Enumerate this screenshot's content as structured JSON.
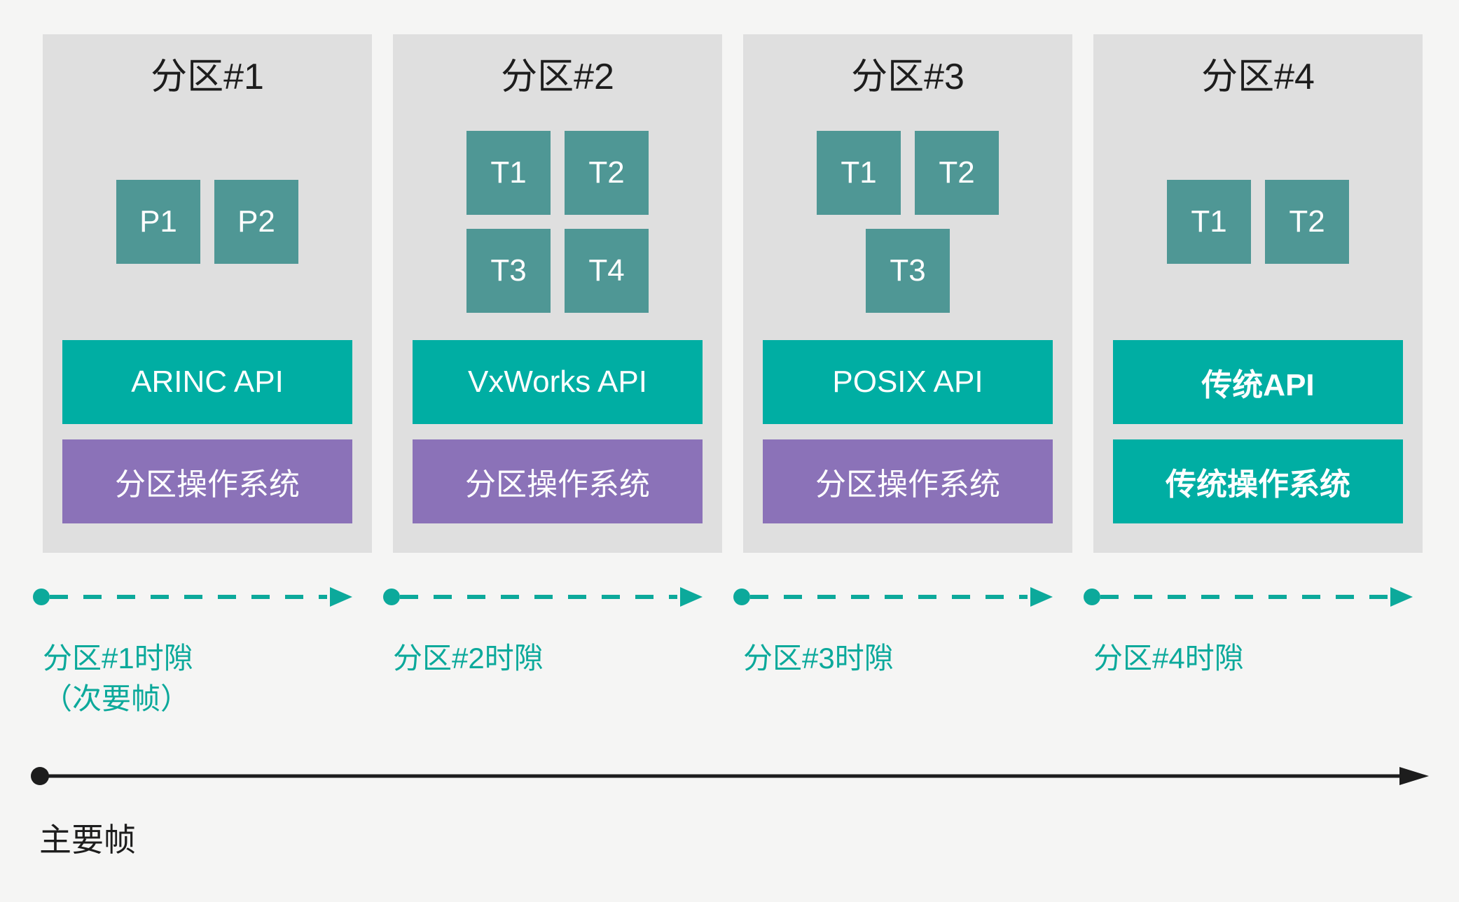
{
  "palette": {
    "page_bg": "#f5f5f4",
    "panel_bg": "#dfdfdf",
    "task_box": "#4f9795",
    "api_bar": "#00aea3",
    "os_purple": "#8b72b8",
    "timeline": "#0ca99b",
    "text_dark": "#1d1d1d",
    "text_white": "#ffffff"
  },
  "partitions": [
    {
      "title": "分区#1",
      "tasks": [
        "P1",
        "P2"
      ],
      "api_label": "ARINC API",
      "os_label": "分区操作系统",
      "os_style": "purple",
      "slot_label": "分区#1时隙",
      "slot_sublabel": "（次要帧）"
    },
    {
      "title": "分区#2",
      "tasks": [
        "T1",
        "T2",
        "T3",
        "T4"
      ],
      "api_label": "VxWorks API",
      "os_label": "分区操作系统",
      "os_style": "purple",
      "slot_label": "分区#2时隙",
      "slot_sublabel": ""
    },
    {
      "title": "分区#3",
      "tasks": [
        "T1",
        "T2",
        "T3"
      ],
      "api_label": "POSIX API",
      "os_label": "分区操作系统",
      "os_style": "purple",
      "slot_label": "分区#3时隙",
      "slot_sublabel": ""
    },
    {
      "title": "分区#4",
      "tasks": [
        "T1",
        "T2"
      ],
      "api_label": "传统API",
      "os_label": "传统操作系统",
      "os_style": "teal",
      "slot_label": "分区#4时隙",
      "slot_sublabel": ""
    }
  ],
  "main_frame_label": "主要帧"
}
